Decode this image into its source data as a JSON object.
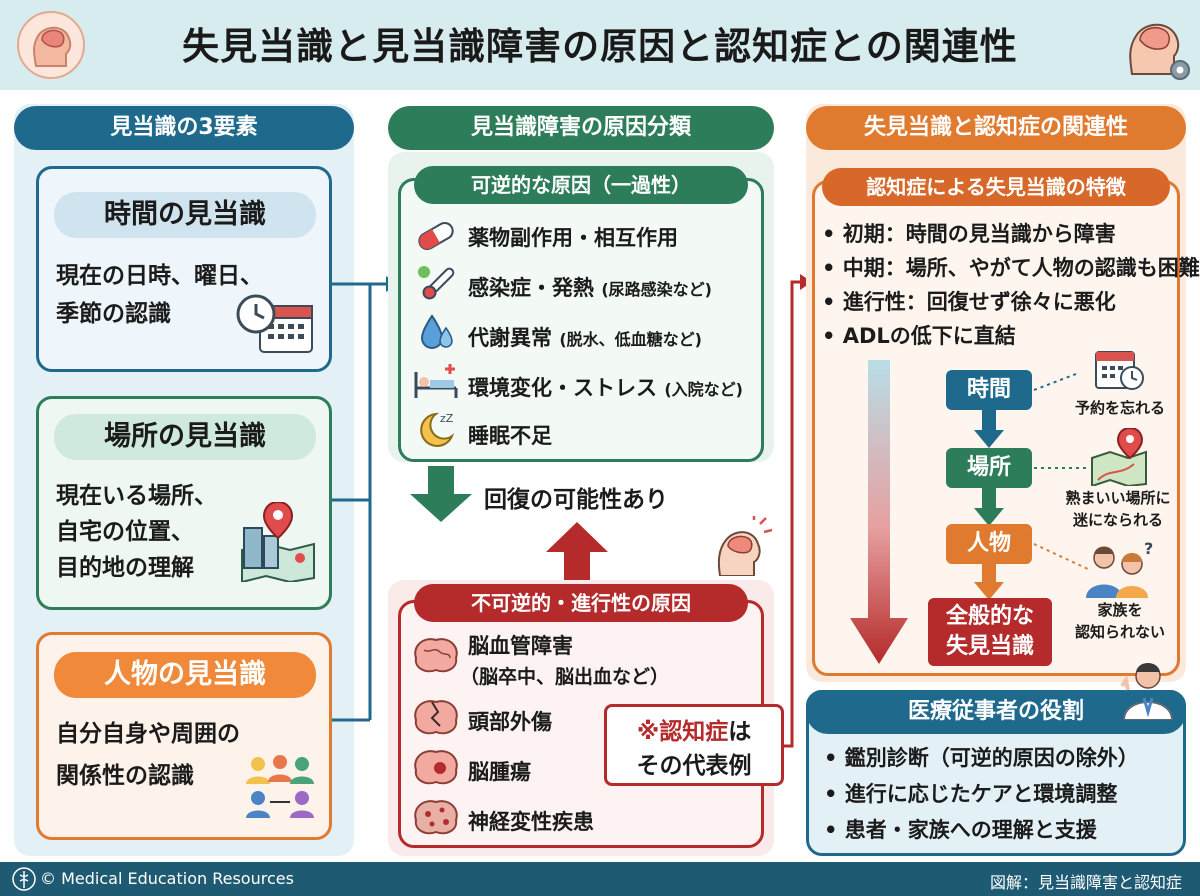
{
  "title": "失見当識と見当識障害の原因と認知症との関連性",
  "footer": {
    "copyright": "© Medical Education Resources",
    "caption": "図解：見当識障害と認知症"
  },
  "left": {
    "header": "見当識の3要素",
    "time": {
      "title": "時間の見当識",
      "line1": "現在の日時、曜日、",
      "line2": "季節の認識"
    },
    "place": {
      "title": "場所の見当識",
      "line1": "現在いる場所、",
      "line2": "自宅の位置、",
      "line3": "目的地の理解"
    },
    "person": {
      "title": "人物の見当識",
      "line1": "自分自身や周囲の",
      "line2": "関係性の認識"
    }
  },
  "middle": {
    "header": "見当識障害の原因分類",
    "reversible": {
      "label": "可逆的な原因（一過性）",
      "items": [
        {
          "main": "薬物副作用・相互作用",
          "sub": ""
        },
        {
          "main": "感染症・発熱 ",
          "sub": "(尿路感染など)"
        },
        {
          "main": "代謝異常 ",
          "sub": "(脱水、低血糖など)"
        },
        {
          "main": "環境変化・ストレス ",
          "sub": "(入院など)"
        },
        {
          "main": "睡眠不足",
          "sub": ""
        }
      ]
    },
    "recovery": "回復の可能性あり",
    "irreversible": {
      "label": "不可逆的・進行性の原因",
      "items": [
        {
          "main": "脳血管障害",
          "sub": "（脳卒中、脳出血など）"
        },
        {
          "main": "頭部外傷",
          "sub": ""
        },
        {
          "main": "脳腫瘍",
          "sub": ""
        },
        {
          "main": "神経変性疾患",
          "sub": ""
        }
      ]
    },
    "callout": {
      "mark": "※",
      "keyword": "認知症",
      "suffix": "は",
      "line2": "その代表例"
    }
  },
  "right": {
    "header": "失見当識と認知症の関連性",
    "features": {
      "label": "認知症による失見当識の特徴",
      "bullets": [
        "初期：時間の見当識から障害",
        "中期：場所、やがて人物の認識も困難に",
        "進行性：回復せず徐々に悪化",
        "ADLの低下に直結"
      ]
    },
    "flow": {
      "time": "時間",
      "place": "場所",
      "person": "人物",
      "final_line1": "全般的な",
      "final_line2": "失見当識"
    },
    "notes": {
      "time": "予約を忘れる",
      "place_line1": "熟まいい場所に",
      "place_line2": "迷になられる",
      "person_line1": "家族を",
      "person_line2": "認知られない"
    },
    "roles": {
      "header": "医療従事者の役割",
      "bullets": [
        "鑑別診断（可逆的原因の除外）",
        "進行に応じたケアと環境調整",
        "患者・家族への理解と支援"
      ]
    }
  },
  "colors": {
    "blue": "#1f6a8c",
    "green": "#2e7d5a",
    "orange": "#e07a2e",
    "red": "#b52a2a",
    "footer": "#1f5a73"
  }
}
